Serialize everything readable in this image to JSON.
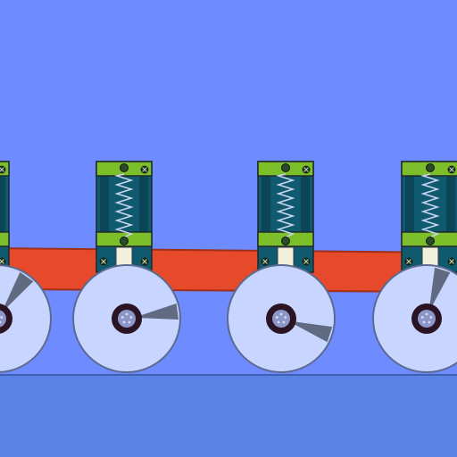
{
  "scene": {
    "kind": "physics-vehicle-simulation",
    "colors": {
      "sky": "#6e8bff",
      "ground": "#5a82e6",
      "ground_line": "#3f5fb0",
      "chassis": "#e64a2a",
      "chassis_outline": "#a02e18",
      "suspension_cap": "#7dbf2a",
      "suspension_body": "#0f5a6e",
      "suspension_outline": "#1f2a2a",
      "spring": "#c8d4f0",
      "wheel_fill": "#c8d6ff",
      "wheel_outline": "#5a6a90",
      "wheel_spoke": "#606a80",
      "hub_outer": "#2a1424",
      "hub_inner": "#8c96c8",
      "piston": "#f0f0dc"
    },
    "wheels": [
      {
        "id": "wheel-1",
        "spoke_angle_deg": -55
      },
      {
        "id": "wheel-2",
        "spoke_angle_deg": -8
      },
      {
        "id": "wheel-3",
        "spoke_angle_deg": 18
      },
      {
        "id": "wheel-4",
        "spoke_angle_deg": -72
      }
    ]
  }
}
